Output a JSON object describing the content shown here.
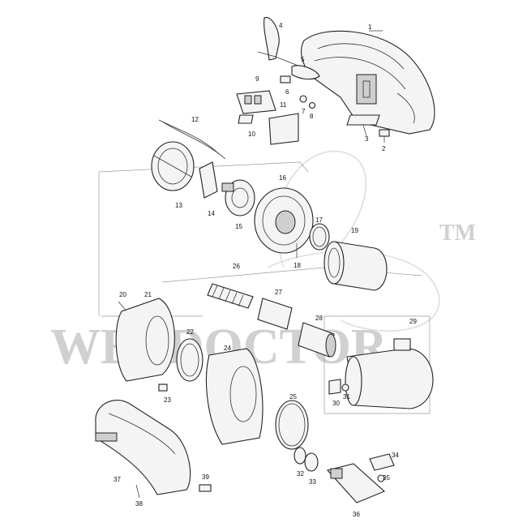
{
  "watermark": {
    "text": "WELDOCTOR",
    "trademark": "TM"
  },
  "callouts": [
    "1",
    "2",
    "3",
    "4",
    "5",
    "6",
    "7",
    "8",
    "9",
    "10",
    "11",
    "12",
    "13",
    "14",
    "15",
    "16",
    "17",
    "18",
    "19",
    "20",
    "21",
    "22",
    "23",
    "24",
    "25",
    "26",
    "27",
    "28",
    "29",
    "30",
    "31",
    "32",
    "33",
    "34",
    "35",
    "36",
    "37",
    "38",
    "39"
  ]
}
